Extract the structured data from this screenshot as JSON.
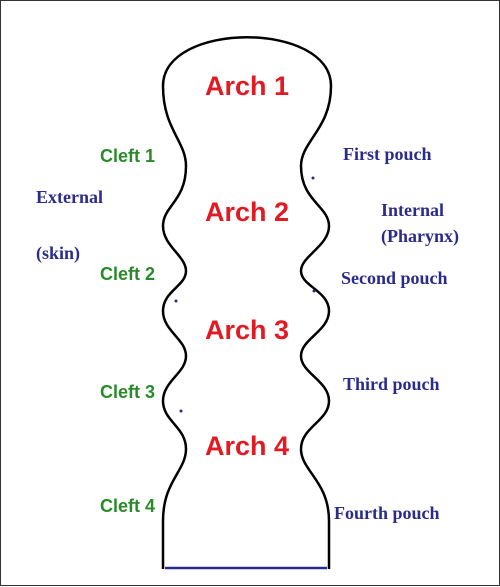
{
  "colors": {
    "arch": "#e01b24",
    "cleft": "#2a8a2a",
    "side": "#2b2b8a",
    "outline": "#000000",
    "base_line": "#2b2b8a"
  },
  "arches": [
    "Arch 1",
    "Arch 2",
    "Arch 3",
    "Arch 4"
  ],
  "clefts": [
    "Cleft 1",
    "Cleft 2",
    "Cleft 3",
    "Cleft 4"
  ],
  "pouches": [
    "First pouch",
    "Second pouch",
    "Third pouch",
    "Fourth pouch"
  ],
  "external": {
    "line1": "External",
    "line2": "(skin)"
  },
  "internal": {
    "line1": "Internal",
    "line2": "(Pharynx)"
  }
}
